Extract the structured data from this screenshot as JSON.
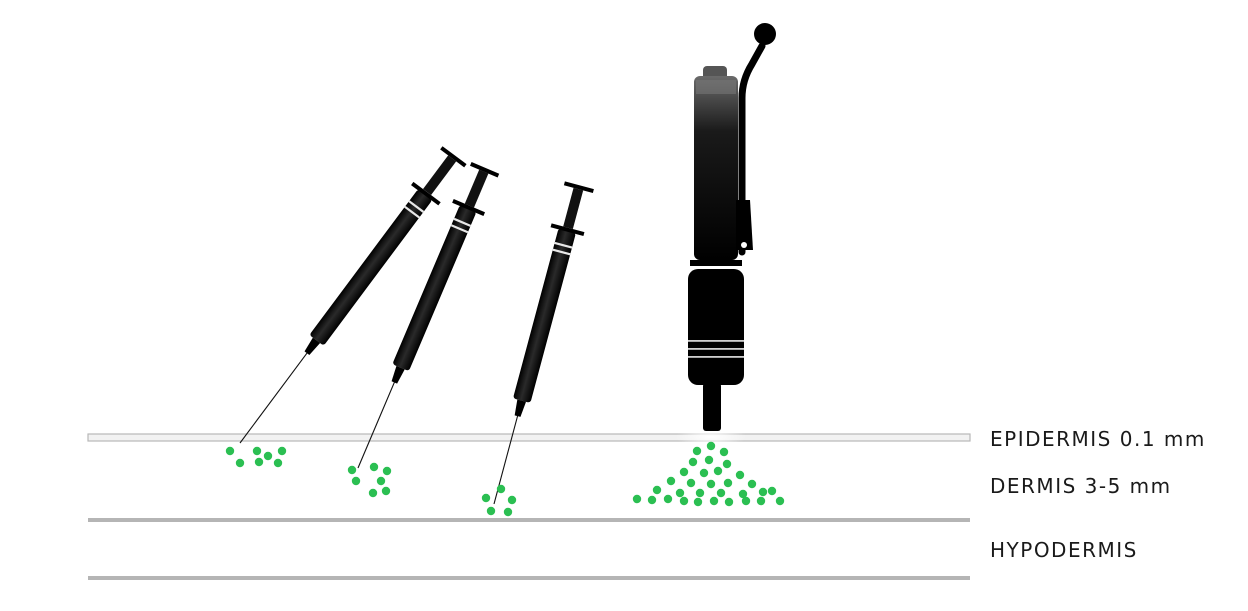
{
  "layers": {
    "epidermis": "EPIDERMIS 0.1 mm",
    "dermis": "DERMIS 3-5 mm",
    "hypodermis": "HYPODERMIS"
  },
  "colors": {
    "particle": "#2bbf52",
    "device": "#0d0d0d",
    "skin_line": "#b5b5b5",
    "label": "#1a1a1a"
  },
  "icons": [
    "syringe-icon",
    "needle-free-injector-icon"
  ]
}
